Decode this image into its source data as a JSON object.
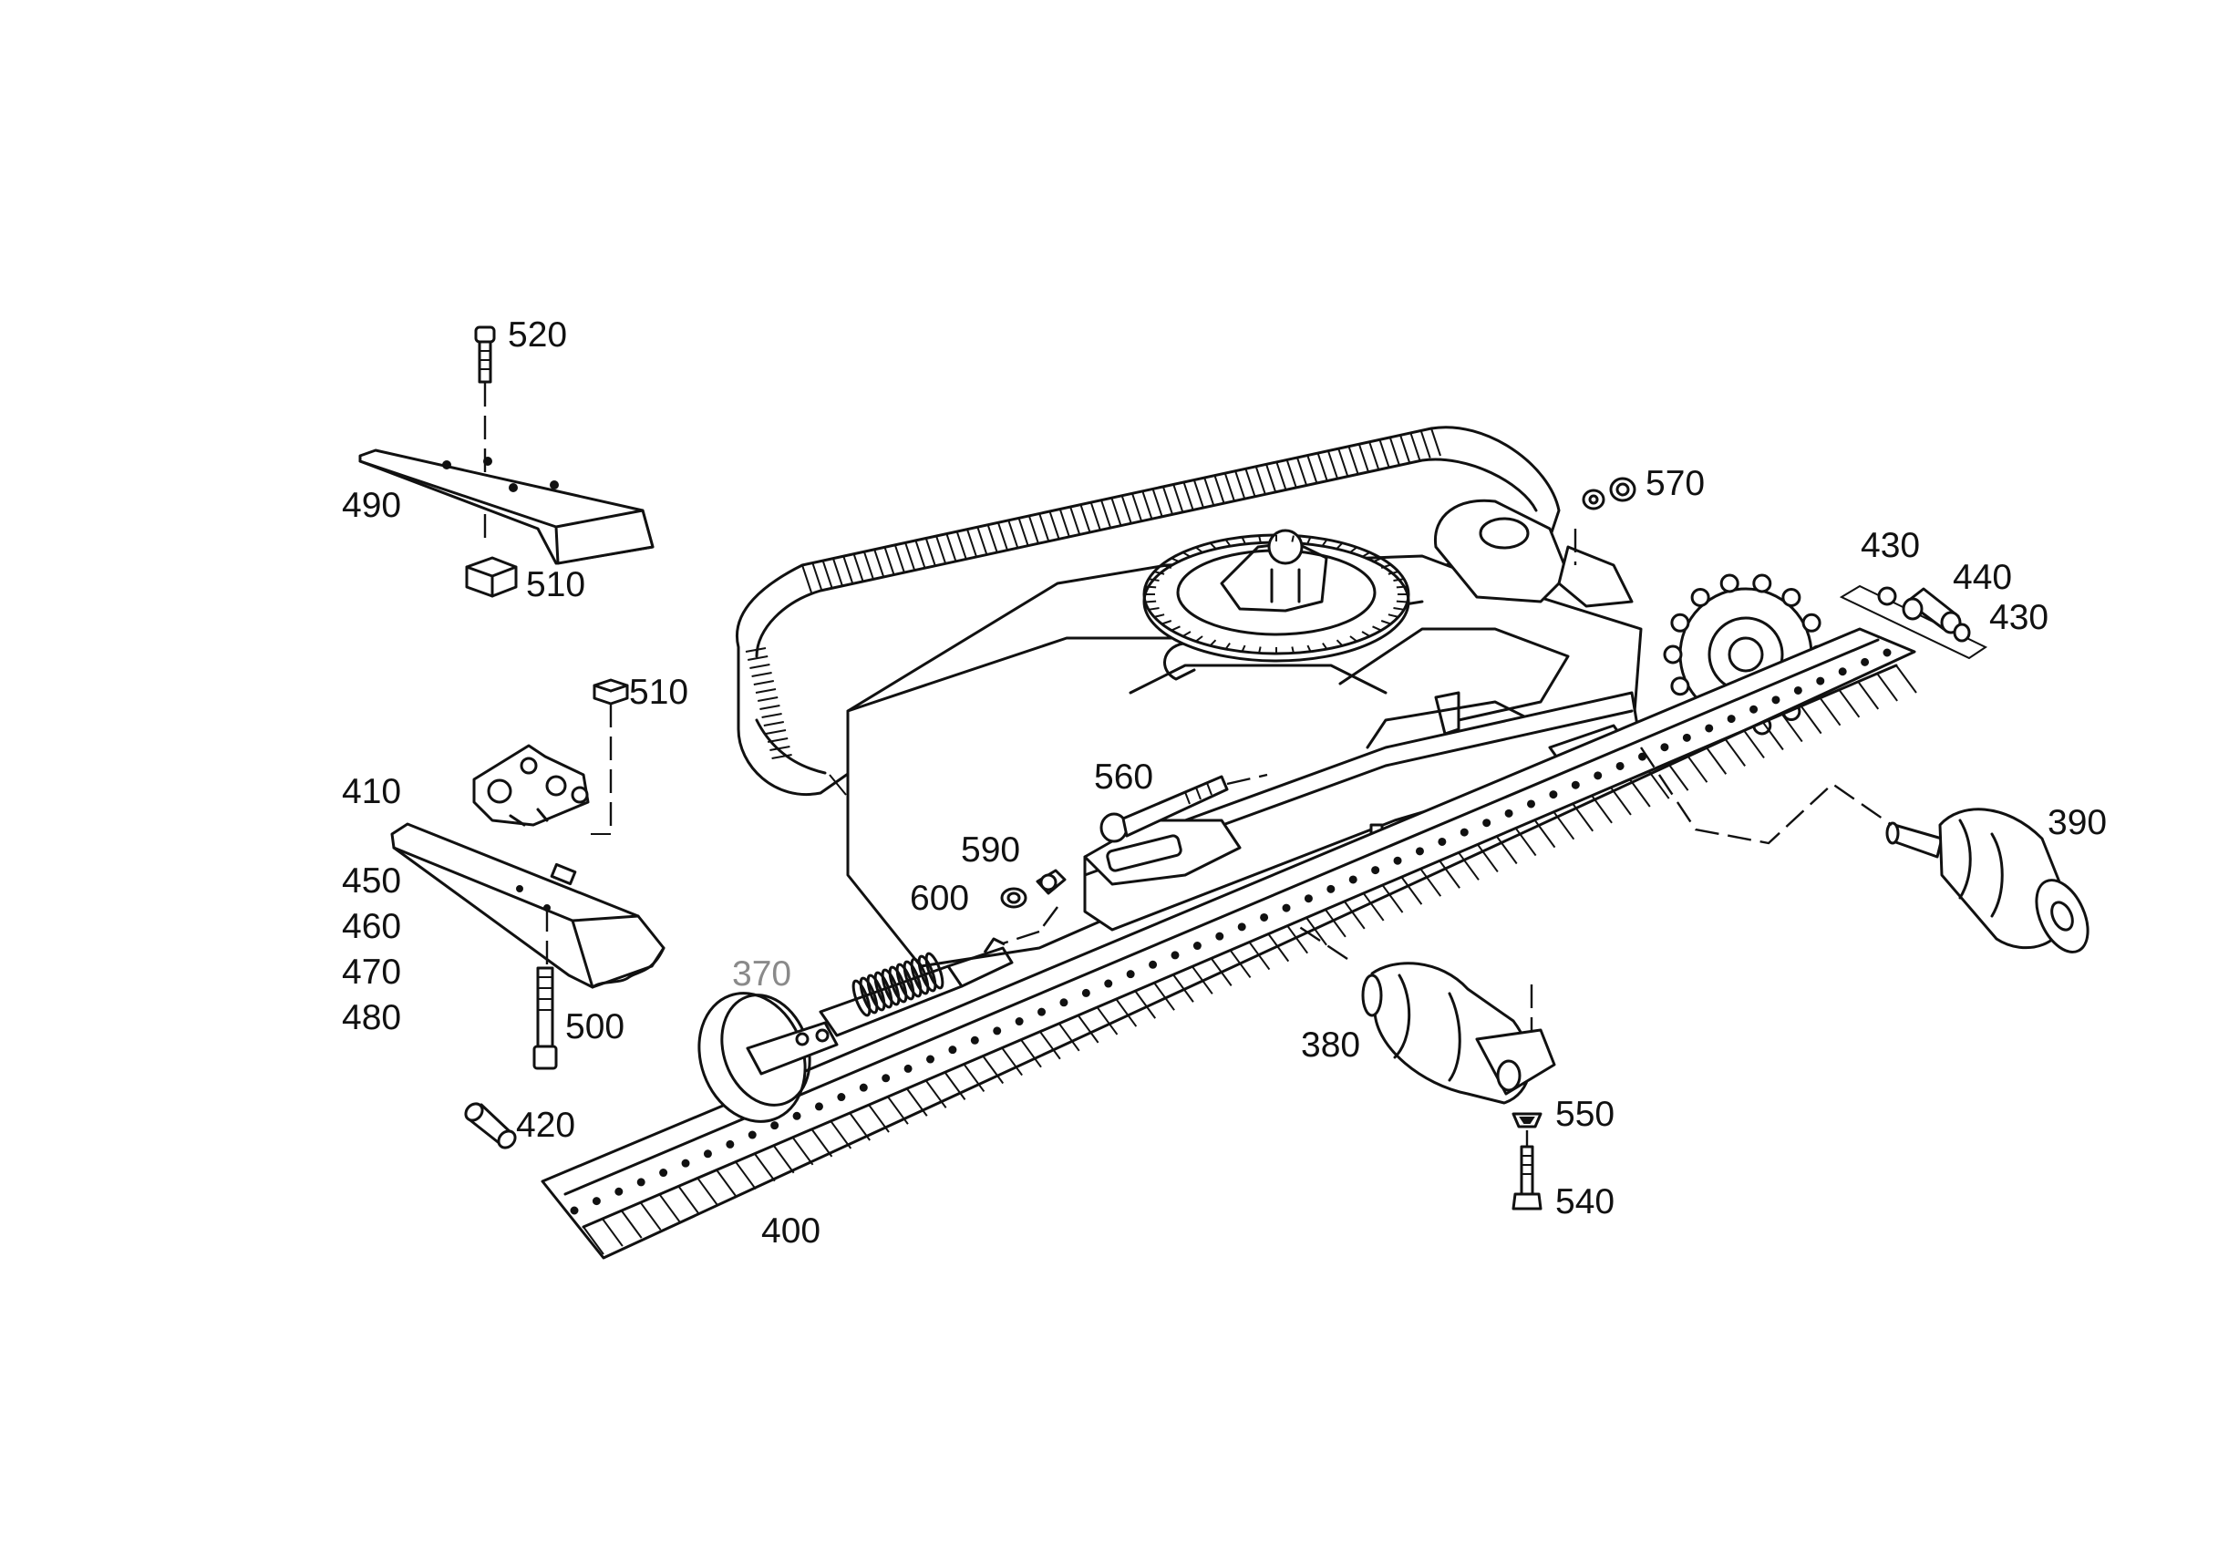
{
  "diagram": {
    "colors": {
      "ink": "#111111",
      "muted_label": "#8a8a8a",
      "paper": "#ffffff"
    },
    "callouts": {
      "c520": "520",
      "c490": "490",
      "c510a": "510",
      "c510b": "510",
      "c410": "410",
      "c450": "450",
      "c460": "460",
      "c470": "470",
      "c480": "480",
      "c500": "500",
      "c420": "420",
      "c400": "400",
      "c370": "370",
      "c590": "590",
      "c600": "600",
      "c560": "560",
      "c570": "570",
      "c430a": "430",
      "c440": "440",
      "c430b": "430",
      "c390": "390",
      "c380": "380",
      "c550": "550",
      "c540": "540"
    }
  }
}
